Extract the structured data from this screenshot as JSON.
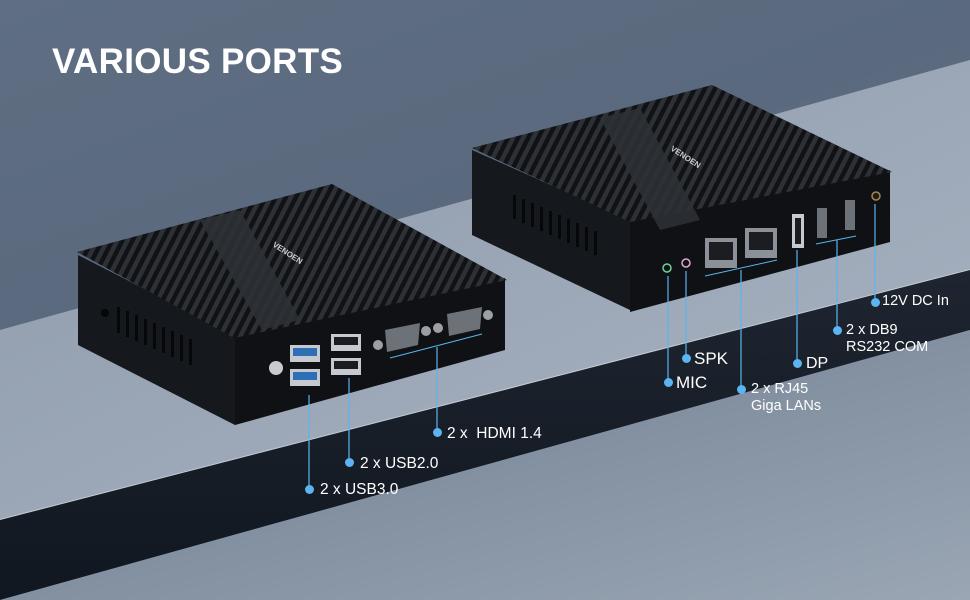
{
  "title": "VARIOUS PORTS",
  "accent_color": "#5cb4f0",
  "devices": [
    {
      "view": "front",
      "brand_mark": "VENOEN",
      "ports": [
        {
          "label": "2 x USB3.0"
        },
        {
          "label": "2 x USB2.0"
        },
        {
          "label": "2 x  HDMI 1.4"
        }
      ]
    },
    {
      "view": "rear",
      "brand_mark": "VENOEN",
      "ports": [
        {
          "label": "MIC"
        },
        {
          "label": "SPK"
        },
        {
          "label": "2 x RJ45",
          "sublabel": "Giga LANs"
        },
        {
          "label": "DP"
        },
        {
          "label": "2 x DB9",
          "sublabel": "RS232 COM"
        },
        {
          "label": "12V DC In"
        }
      ]
    }
  ]
}
